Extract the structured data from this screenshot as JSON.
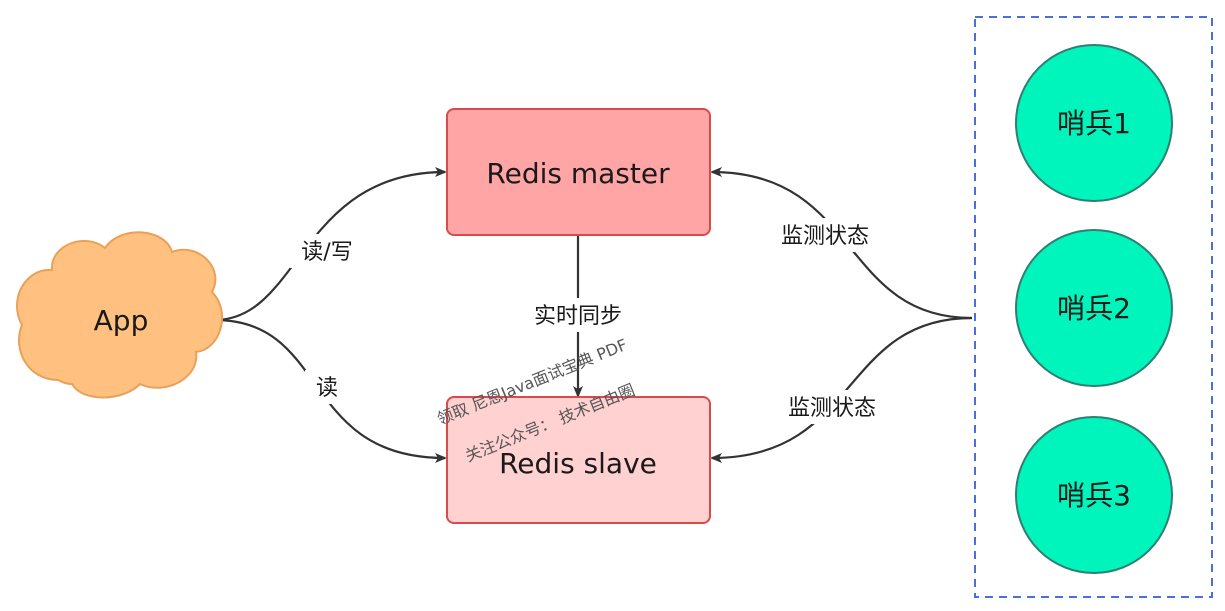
{
  "nodes": {
    "app": "App",
    "master": "Redis master",
    "slave": "Redis slave",
    "sentinel1": "哨兵1",
    "sentinel2": "哨兵2",
    "sentinel3": "哨兵3"
  },
  "edges": {
    "app_master": "读/写",
    "app_slave": "读",
    "master_slave": "实时同步",
    "sentinel_master": "监测状态",
    "sentinel_slave": "监测状态"
  },
  "watermark": {
    "line1": "领取 尼恩Java面试宝典 PDF",
    "line2": "关注公众号： 技术自由圈"
  },
  "colors": {
    "cloud_fill": "#ffc080",
    "cloud_stroke": "#e9a15a",
    "master_fill": "#ffa5a5",
    "master_stroke": "#d94a4a",
    "slave_fill": "#ffd1d1",
    "slave_stroke": "#d94a4a",
    "sentinel_fill": "#00f5bd",
    "sentinel_stroke": "#2f7f73",
    "group_border": "#4a6fe0",
    "edge": "#333333"
  }
}
